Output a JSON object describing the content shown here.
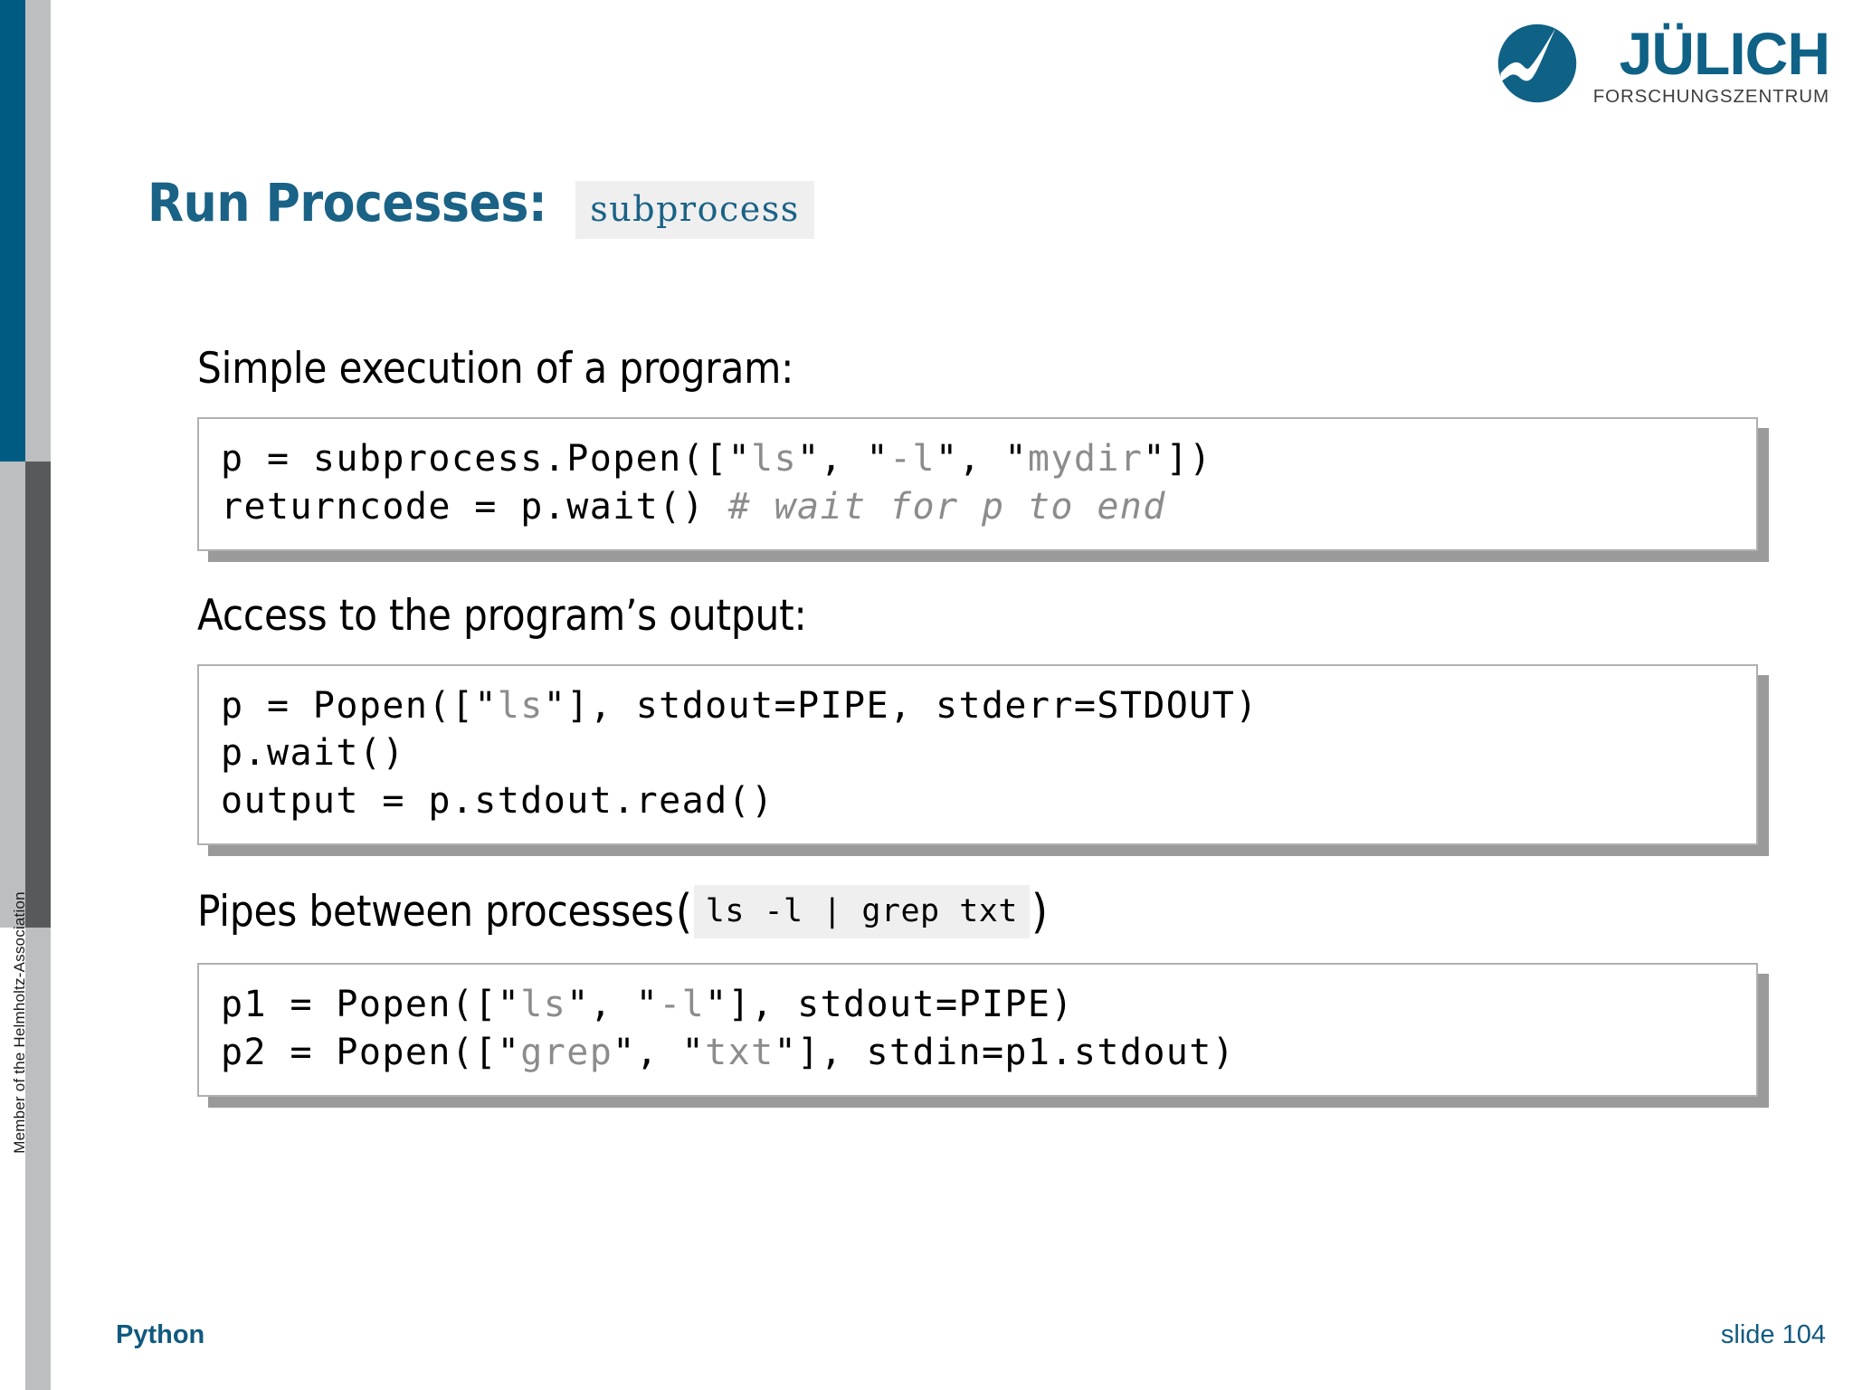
{
  "branding": {
    "logo_title": "JÜLICH",
    "logo_subtitle": "FORSCHUNGSZENTRUM",
    "logo_icon": "juelich-swoosh-logo",
    "brand_color": "#0f6186",
    "sidebar_note": "Member of the Helmholtz-Association"
  },
  "title": {
    "main": "Run Processes:",
    "code": "subprocess"
  },
  "sections": [
    {
      "caption": "Simple execution of a program:",
      "code_lines": [
        [
          {
            "t": "p = subprocess.Popen([",
            "k": "plain"
          },
          {
            "t": "\"",
            "k": "plain"
          },
          {
            "t": "ls",
            "k": "str"
          },
          {
            "t": "\", ",
            "k": "plain"
          },
          {
            "t": "\"",
            "k": "plain"
          },
          {
            "t": "-l",
            "k": "str"
          },
          {
            "t": "\", ",
            "k": "plain"
          },
          {
            "t": "\"",
            "k": "plain"
          },
          {
            "t": "mydir",
            "k": "str"
          },
          {
            "t": "\"])",
            "k": "plain"
          }
        ],
        [
          {
            "t": "returncode = p.wait() ",
            "k": "plain"
          },
          {
            "t": "# wait for p to end",
            "k": "cmt"
          }
        ]
      ]
    },
    {
      "caption": "Access to the program’s output:",
      "code_lines": [
        [
          {
            "t": "p = Popen([",
            "k": "plain"
          },
          {
            "t": "\"",
            "k": "plain"
          },
          {
            "t": "ls",
            "k": "str"
          },
          {
            "t": "\"], stdout=PIPE, stderr=STDOUT)",
            "k": "plain"
          }
        ],
        [
          {
            "t": "p.wait()",
            "k": "plain"
          }
        ],
        [
          {
            "t": "output = p.stdout.read()",
            "k": "plain"
          }
        ]
      ]
    },
    {
      "caption_prefix": "Pipes between processes",
      "caption_open": "(",
      "caption_code": "ls -l | grep txt",
      "caption_close": ")",
      "code_lines": [
        [
          {
            "t": "p1 = Popen([",
            "k": "plain"
          },
          {
            "t": "\"",
            "k": "plain"
          },
          {
            "t": "ls",
            "k": "str"
          },
          {
            "t": "\", ",
            "k": "plain"
          },
          {
            "t": "\"",
            "k": "plain"
          },
          {
            "t": "-l",
            "k": "str"
          },
          {
            "t": "\"], stdout=PIPE)",
            "k": "plain"
          }
        ],
        [
          {
            "t": "p2 = Popen([",
            "k": "plain"
          },
          {
            "t": "\"",
            "k": "plain"
          },
          {
            "t": "grep",
            "k": "str"
          },
          {
            "t": "\", ",
            "k": "plain"
          },
          {
            "t": "\"",
            "k": "plain"
          },
          {
            "t": "txt",
            "k": "str"
          },
          {
            "t": "\"], stdin=p1.stdout)",
            "k": "plain"
          }
        ]
      ]
    }
  ],
  "footer": {
    "left": "Python",
    "right": "slide 104"
  }
}
